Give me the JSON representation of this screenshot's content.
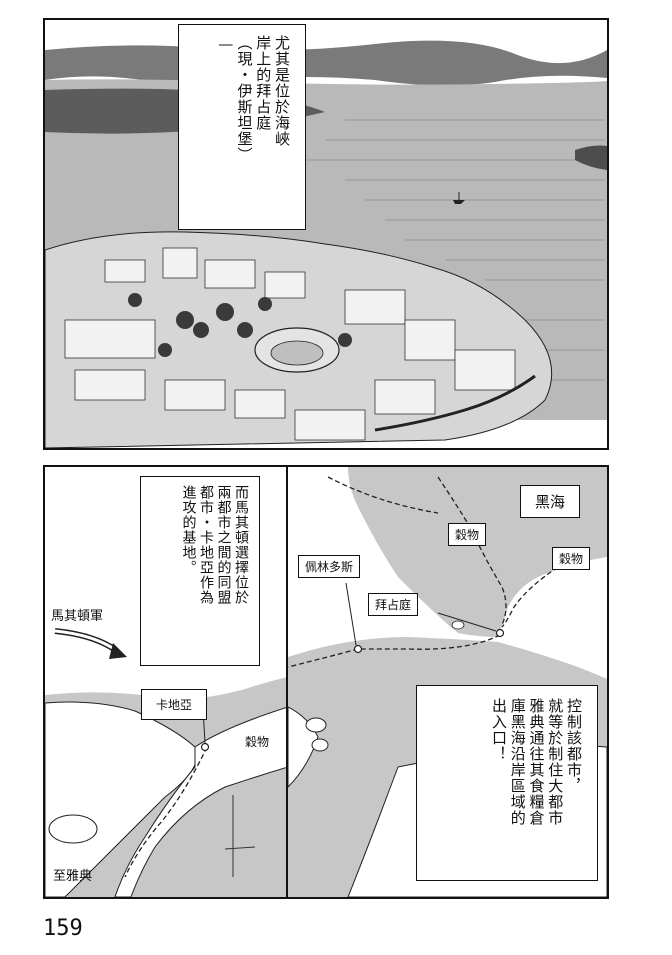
{
  "panel_top": {
    "narration_lines": [
      "尤其是位於海峽",
      "岸上的拜占庭",
      "（現・伊斯坦堡）"
    ],
    "dash": "—"
  },
  "panel_bottom": {
    "narration_left_lines": [
      "而馬其頓選擇位於",
      "兩都市之間的同盟",
      "都市・卡地亞作為",
      "進攻的基地。"
    ],
    "narration_right_lines": [
      "控制該都市，",
      "就等於制住大都市",
      "雅典通往其食糧倉",
      "庫黑海沿岸區域的",
      "出入口！"
    ],
    "labels": {
      "black_sea": "黑海",
      "grain_1": "穀物",
      "grain_2": "穀物",
      "grain_3": "穀物",
      "perinthus": "佩林多斯",
      "byzantium": "拜占庭",
      "macedonian_army": "馬其頓軍",
      "cardia": "卡地亞",
      "to_athens": "至雅典"
    }
  },
  "page_number": "159"
}
